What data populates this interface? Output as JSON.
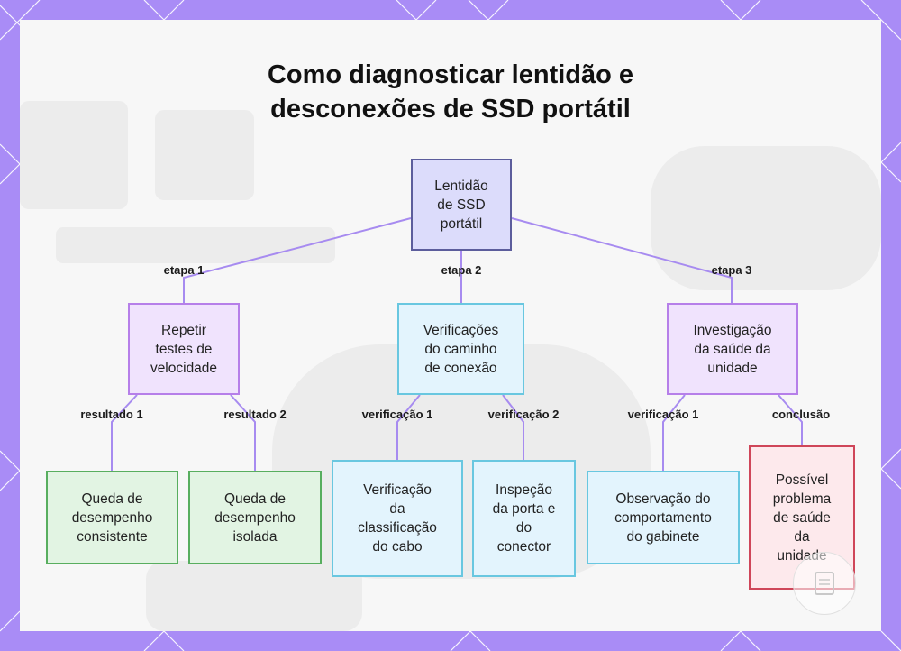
{
  "title": [
    "Como diagnosticar lentidão e",
    "desconexões de SSD portátil"
  ],
  "nodes": {
    "root": [
      "Lentidão",
      "de SSD",
      "portátil"
    ],
    "step1": [
      "Repetir",
      "testes de",
      "velocidade"
    ],
    "step2": [
      "Verificações",
      "do caminho",
      "de conexão"
    ],
    "step3": [
      "Investigação",
      "da saúde da",
      "unidade"
    ],
    "r1": [
      "Queda de",
      "desempenho",
      "consistente"
    ],
    "r2": [
      "Queda de",
      "desempenho",
      "isolada"
    ],
    "c1": [
      "Verificação",
      "da",
      "classificação",
      "do cabo"
    ],
    "c2": [
      "Inspeção",
      "da porta e",
      "do",
      "conector"
    ],
    "h1": [
      "Observação do",
      "comportamento",
      "do gabinete"
    ],
    "h2": [
      "Possível",
      "problema",
      "de saúde",
      "da",
      "unidade"
    ]
  },
  "edges": {
    "etapa1": "etapa 1",
    "etapa2": "etapa 2",
    "etapa3": "etapa 3",
    "resultado1": "resultado 1",
    "resultado2": "resultado 2",
    "verif1a": "verificação 1",
    "verif2": "verificação 2",
    "verif1b": "verificação 1",
    "conclusao": "conclusão"
  },
  "colors": {
    "frame": "#a98cf6",
    "connector": "#a78bf0",
    "root_fill": "#dcdcfb",
    "step_fill": "#f0e3fd",
    "connection_fill": "#e3f4fd",
    "result_fill": "#e2f4e3",
    "conclusion_fill": "#fde9ec"
  }
}
